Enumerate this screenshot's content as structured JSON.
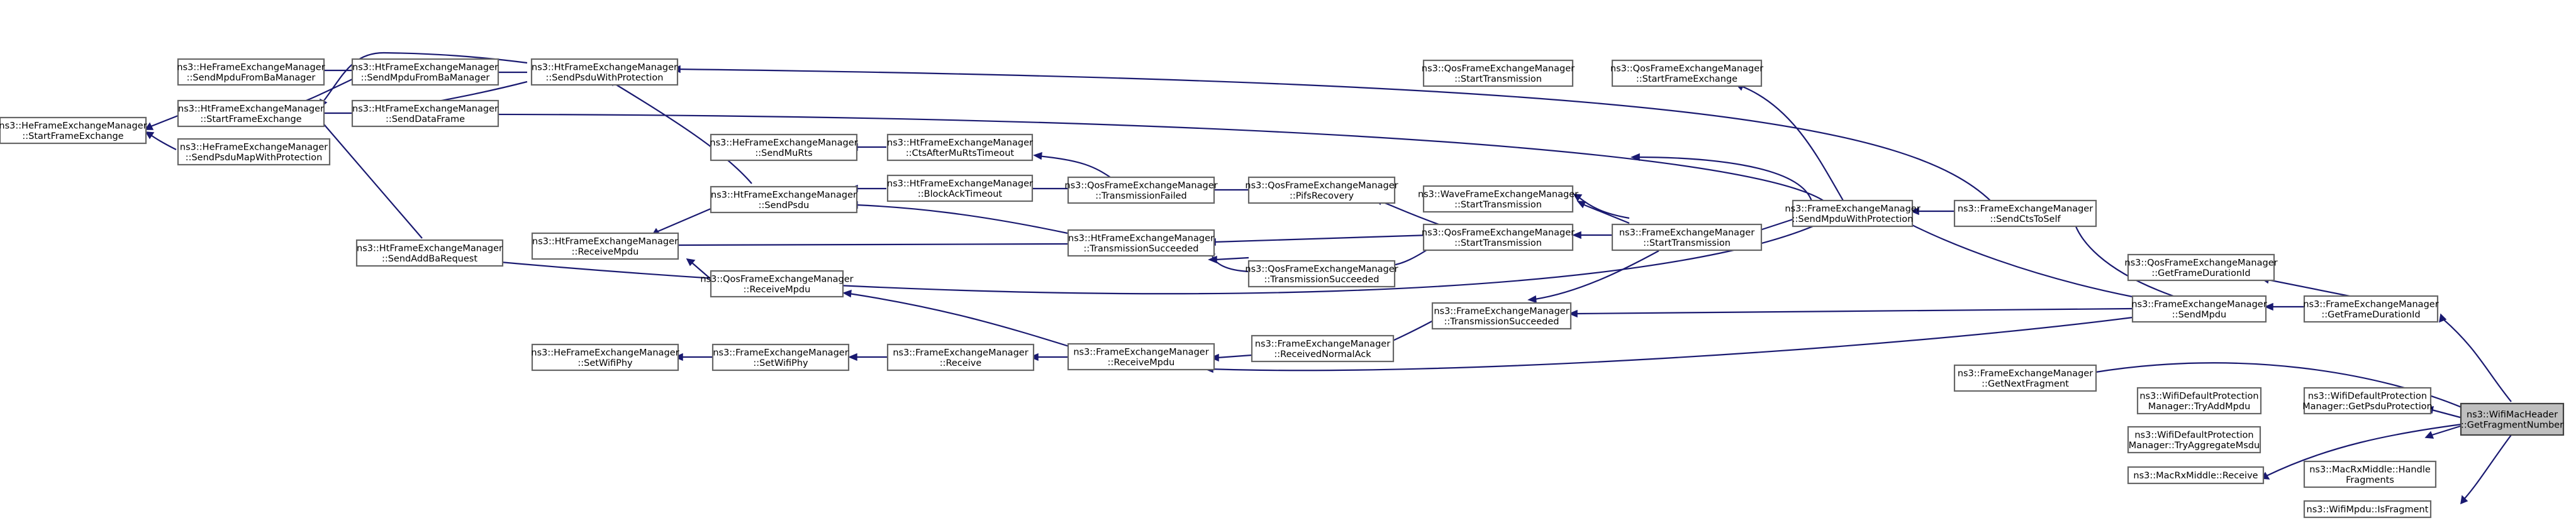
{
  "diagram": {
    "nodes": [
      {
        "id": "n1",
        "lines": [
          "ns3::WifiMacHeader",
          "::GetFragmentNumber"
        ],
        "highlight": true
      },
      {
        "id": "n2",
        "lines": [
          "ns3::FrameExchangeManager",
          "::GetFrameDurationId"
        ]
      },
      {
        "id": "n3",
        "lines": [
          "ns3::FrameExchangeManager",
          "::SendMpdu"
        ]
      },
      {
        "id": "n4",
        "lines": [
          "ns3::QosFrameExchangeManager",
          "::GetFrameDurationId"
        ]
      },
      {
        "id": "n5",
        "lines": [
          "ns3::FrameExchangeManager",
          "::SendCtsToSelf"
        ]
      },
      {
        "id": "n6",
        "lines": [
          "ns3::FrameExchangeManager",
          "::SendMpduWithProtection"
        ]
      },
      {
        "id": "n7",
        "lines": [
          "ns3::FrameExchangeManager",
          "::TransmissionSucceeded"
        ]
      },
      {
        "id": "n8",
        "lines": [
          "ns3::FrameExchangeManager",
          "::GetNextFragment"
        ]
      },
      {
        "id": "n9",
        "lines": [
          "ns3::WifiDefaultProtection",
          "Manager::GetPsduProtection"
        ]
      },
      {
        "id": "n10",
        "lines": [
          "ns3::WifiDefaultProtection",
          "Manager::TryAddMpdu"
        ]
      },
      {
        "id": "n11",
        "lines": [
          "ns3::WifiDefaultProtection",
          "Manager::TryAggregateMsdu"
        ]
      },
      {
        "id": "n12",
        "lines": [
          "ns3::MacRxMiddle::Handle",
          "Fragments"
        ]
      },
      {
        "id": "n13",
        "lines": [
          "ns3::MacRxMiddle::Receive"
        ]
      },
      {
        "id": "n14",
        "lines": [
          "ns3::WifiMpdu::IsFragment"
        ]
      },
      {
        "id": "n15",
        "lines": [
          "ns3::QosFrameExchangeManager",
          "::StartFrameExchange"
        ]
      },
      {
        "id": "n16",
        "lines": [
          "ns3::QosFrameExchangeManager",
          "::StartTransmission"
        ]
      },
      {
        "id": "n17",
        "lines": [
          "ns3::FrameExchangeManager",
          "::StartTransmission"
        ]
      },
      {
        "id": "n18",
        "lines": [
          "ns3::WaveFrameExchangeManager",
          "::StartTransmission"
        ]
      },
      {
        "id": "n19",
        "lines": [
          "ns3::QosFrameExchangeManager",
          "::StartTransmission"
        ]
      },
      {
        "id": "n20",
        "lines": [
          "ns3::QosFrameExchangeManager",
          "::PifsRecovery"
        ]
      },
      {
        "id": "n21",
        "lines": [
          "ns3::QosFrameExchangeManager",
          "::TransmissionFailed"
        ]
      },
      {
        "id": "n22",
        "lines": [
          "ns3::HtFrameExchangeManager",
          "::BlockAckTimeout"
        ]
      },
      {
        "id": "n23",
        "lines": [
          "ns3::HtFrameExchangeManager",
          "::CtsAfterMuRtsTimeout"
        ]
      },
      {
        "id": "n24",
        "lines": [
          "ns3::HtFrameExchangeManager",
          "::TransmissionSucceeded"
        ]
      },
      {
        "id": "n25",
        "lines": [
          "ns3::QosFrameExchangeManager",
          "::TransmissionSucceeded"
        ]
      },
      {
        "id": "n26",
        "lines": [
          "ns3::FrameExchangeManager",
          "::ReceivedNormalAck"
        ]
      },
      {
        "id": "n27",
        "lines": [
          "ns3::FrameExchangeManager",
          "::ReceiveMpdu"
        ]
      },
      {
        "id": "n28",
        "lines": [
          "ns3::FrameExchangeManager",
          "::Receive"
        ]
      },
      {
        "id": "n29",
        "lines": [
          "ns3::FrameExchangeManager",
          "::SetWifiPhy"
        ]
      },
      {
        "id": "n30",
        "lines": [
          "ns3::HeFrameExchangeManager",
          "::SetWifiPhy"
        ]
      },
      {
        "id": "n31",
        "lines": [
          "ns3::QosFrameExchangeManager",
          "::ReceiveMpdu"
        ]
      },
      {
        "id": "n32",
        "lines": [
          "ns3::HtFrameExchangeManager",
          "::ReceiveMpdu"
        ]
      },
      {
        "id": "n33",
        "lines": [
          "ns3::HtFrameExchangeManager",
          "::SendPsdu"
        ]
      },
      {
        "id": "n34",
        "lines": [
          "ns3::HeFrameExchangeManager",
          "::SendMuRts"
        ]
      },
      {
        "id": "n35",
        "lines": [
          "ns3::HtFrameExchangeManager",
          "::SendPsduWithProtection"
        ]
      },
      {
        "id": "n36",
        "lines": [
          "ns3::HtFrameExchangeManager",
          "::SendMpduFromBaManager"
        ]
      },
      {
        "id": "n37",
        "lines": [
          "ns3::HtFrameExchangeManager",
          "::SendDataFrame"
        ]
      },
      {
        "id": "n38",
        "lines": [
          "ns3::HeFrameExchangeManager",
          "::SendPsduMapWithProtection"
        ]
      },
      {
        "id": "n39",
        "lines": [
          "ns3::HtFrameExchangeManager",
          "::SendAddBaRequest"
        ]
      },
      {
        "id": "n40",
        "lines": [
          "ns3::HtFrameExchangeManager",
          "::StartFrameExchange"
        ]
      },
      {
        "id": "n41",
        "lines": [
          "ns3::HeFrameExchangeManager",
          "::SendMpduFromBaManager"
        ]
      },
      {
        "id": "n42",
        "lines": [
          "ns3::HeFrameExchangeManager",
          "::StartFrameExchange"
        ]
      }
    ]
  }
}
